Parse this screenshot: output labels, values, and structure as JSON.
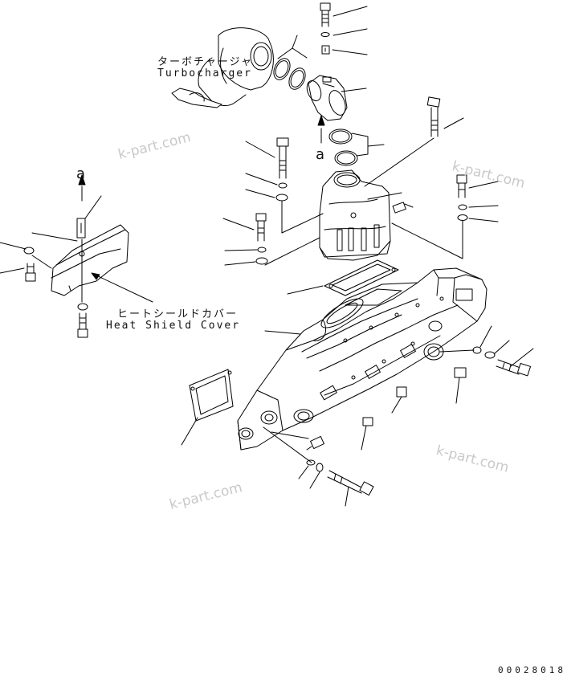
{
  "labels": {
    "turbocharger_jp": "ターボチャージャ",
    "turbocharger_en": "Turbocharger",
    "heat_shield_jp": "ヒートシールドカバー",
    "heat_shield_en": "Heat Shield Cover",
    "callout_a": "a"
  },
  "watermarks": [
    "k-part.com",
    "k-part.com",
    "k-part.com",
    "k-part.com"
  ],
  "drawing_code": "00028018"
}
